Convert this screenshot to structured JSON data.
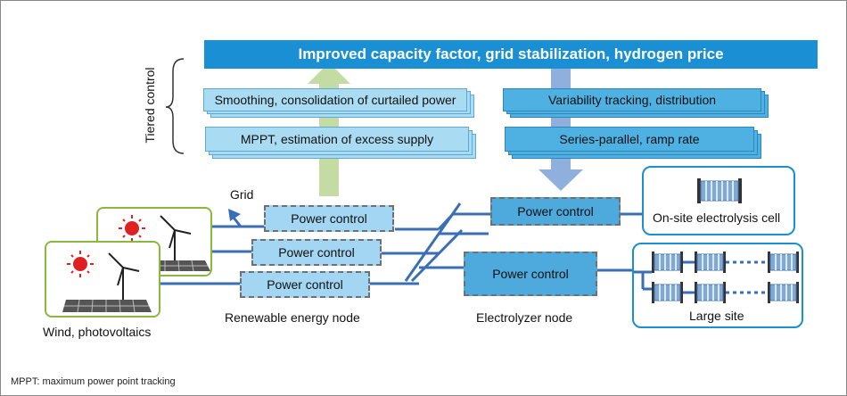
{
  "colors": {
    "banner": "#1a8fd3",
    "tier_left": "#a9dcf3",
    "tier_right": "#4fb0e2",
    "power_control_renewable": "#a3d6f2",
    "power_control_electrolyzer": "#4ea9dd",
    "line": "#3b6fb5",
    "up_arrow": "#c5dba4",
    "down_arrow": "#8fb0dc",
    "panel_border": "#8ab83a",
    "site_border": "#1a8fd3",
    "sun": "#e02020"
  },
  "banner": {
    "text": "Improved capacity factor, grid stabilization, hydrogen price"
  },
  "tiered_control": {
    "label": "Tiered control"
  },
  "left_stack": {
    "top": "Smoothing, consolidation of curtailed power",
    "bottom": "MPPT, estimation of excess supply"
  },
  "right_stack": {
    "top": "Variability tracking, distribution",
    "bottom": "Series-parallel, ramp rate"
  },
  "grid_label": "Grid",
  "renewable_node": {
    "label": "Renewable energy node",
    "controls": [
      "Power control",
      "Power control",
      "Power control"
    ]
  },
  "electrolyzer_node": {
    "label": "Electrolyzer node",
    "controls": [
      "Power control",
      "Power control"
    ]
  },
  "sources": {
    "label": "Wind, photovoltaics"
  },
  "onsite": {
    "label": "On-site electrolysis cell"
  },
  "large_site": {
    "label": "Large site"
  },
  "footnote": "MPPT: maximum power point tracking",
  "icons": [
    "sun-icon",
    "wind-turbine-icon",
    "solar-panel-icon",
    "electrolysis-cell-icon"
  ]
}
